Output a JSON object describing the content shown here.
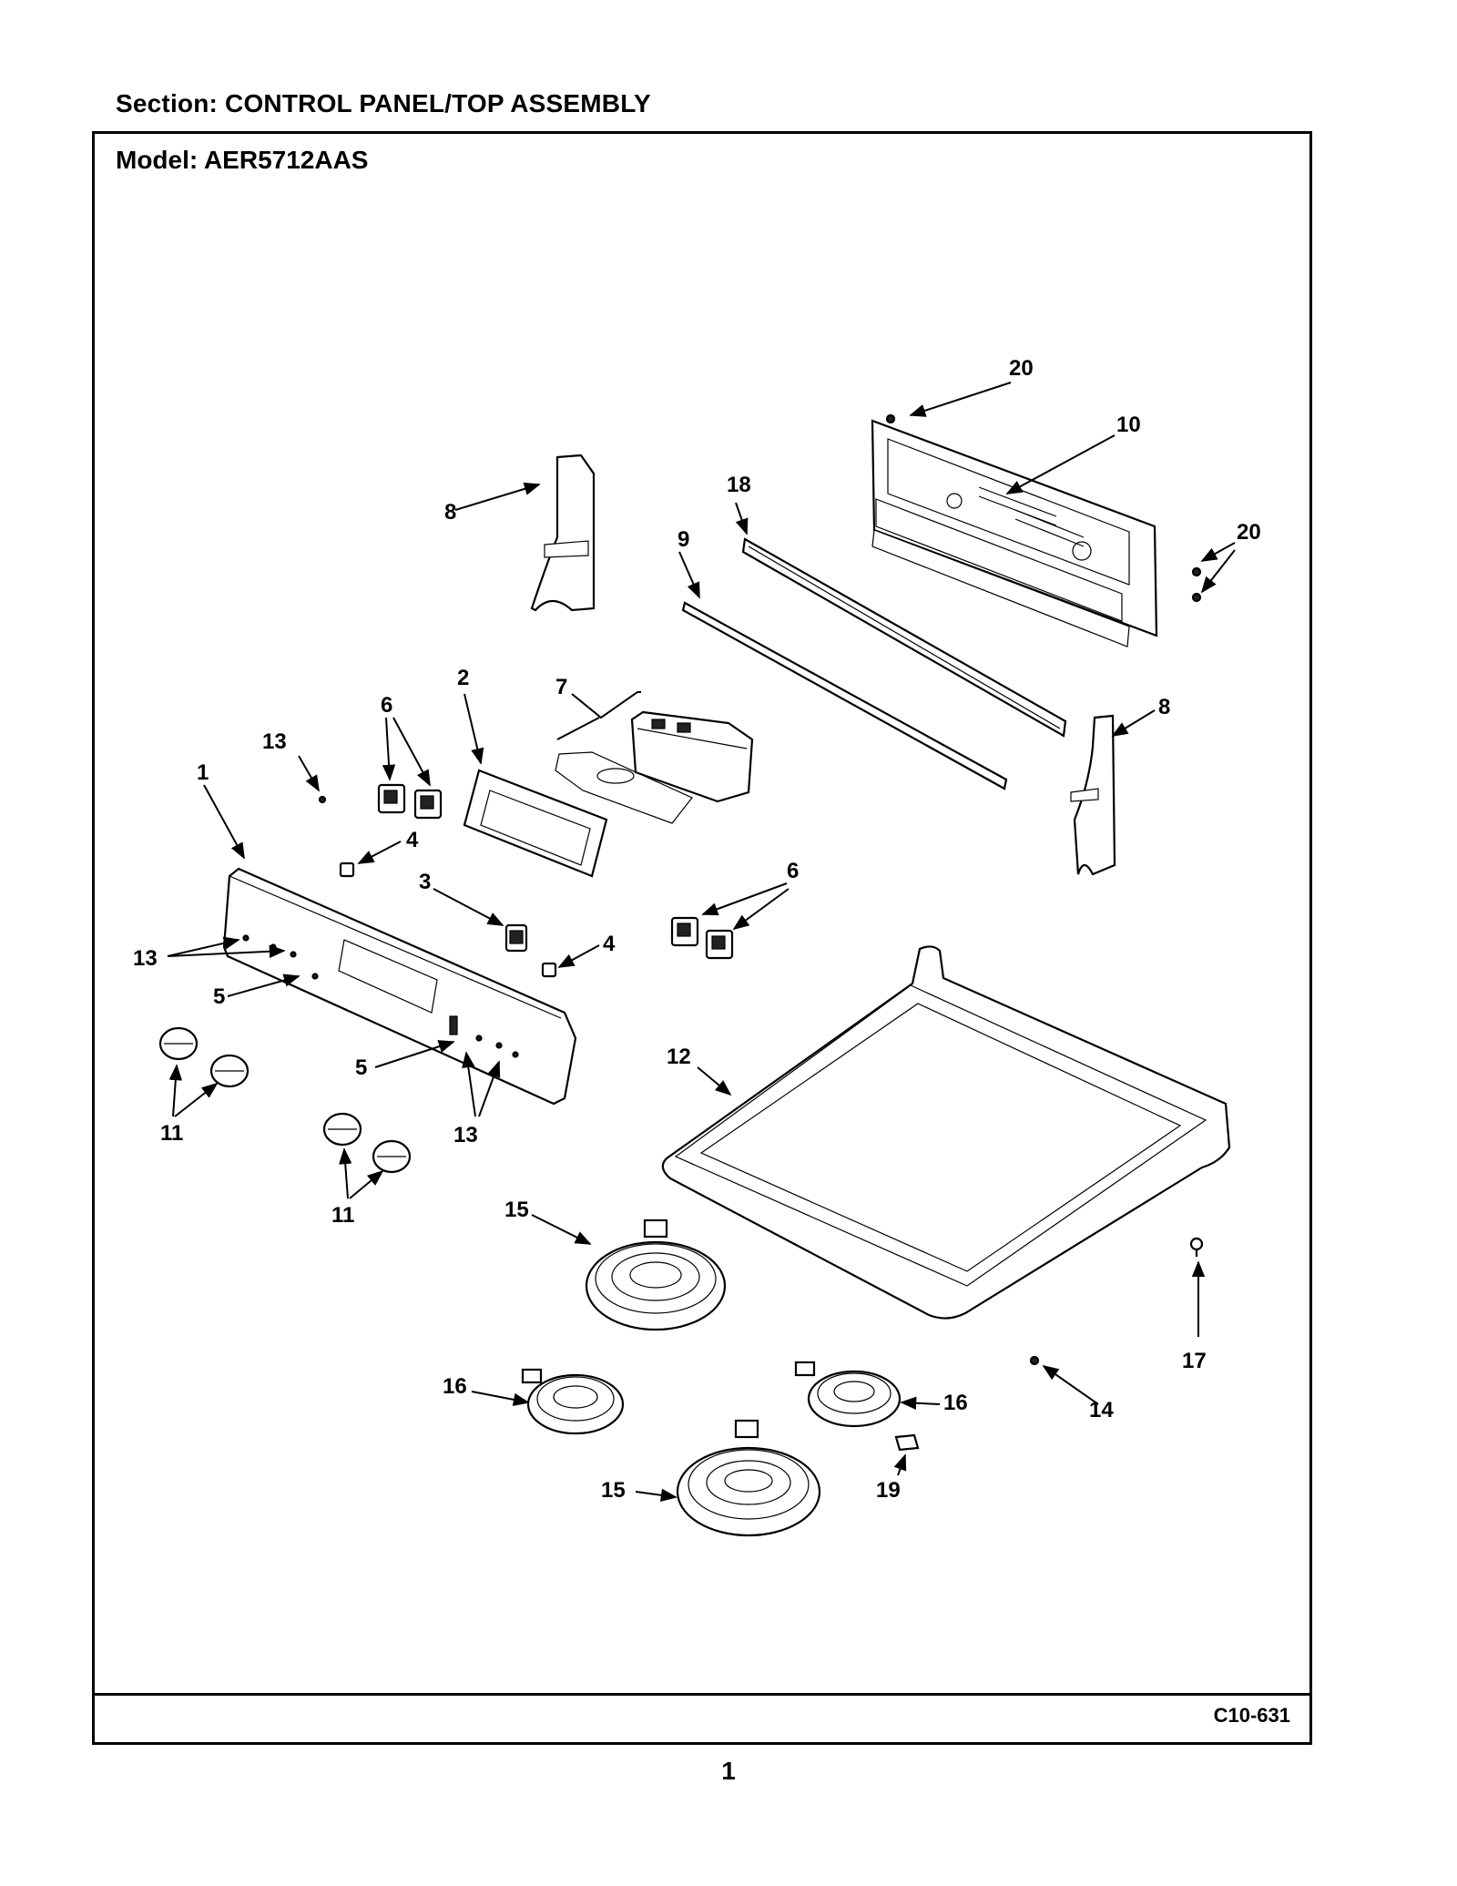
{
  "header": {
    "section_label": "Section:  CONTROL PANEL/TOP ASSEMBLY",
    "model_label": "Model:  AER5712AAS"
  },
  "footer": {
    "doc_code": "C10-631",
    "page_number": "1"
  },
  "callouts": {
    "c1": "1",
    "c2": "2",
    "c3": "3",
    "c4a": "4",
    "c4b": "4",
    "c5a": "5",
    "c5b": "5",
    "c6a": "6",
    "c6b": "6",
    "c7": "7",
    "c8a": "8",
    "c8b": "8",
    "c9": "9",
    "c10": "10",
    "c11a": "11",
    "c11b": "11",
    "c12": "12",
    "c13a": "13",
    "c13b": "13",
    "c13c": "13",
    "c14": "14",
    "c15a": "15",
    "c15b": "15",
    "c16a": "16",
    "c16b": "16",
    "c17": "17",
    "c18": "18",
    "c19": "19",
    "c20a": "20",
    "c20b": "20"
  },
  "icons": {
    "arrowhead": "arrowhead-marker"
  }
}
